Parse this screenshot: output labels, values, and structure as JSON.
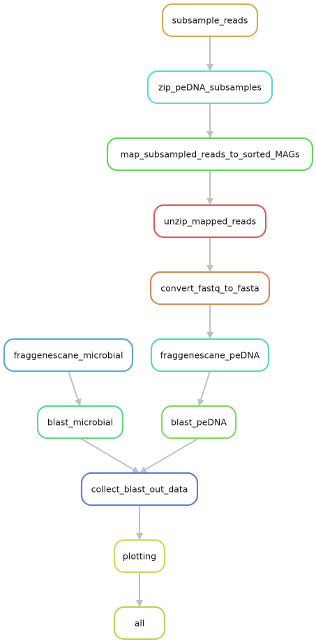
{
  "diagram": {
    "type": "workflow-dag",
    "edge_color": "#c0c0c0",
    "nodes": [
      {
        "id": "subsample_reads",
        "label": "subsample_reads",
        "color": "#d8ac5e"
      },
      {
        "id": "zip_peDNA_subsamples",
        "label": "zip_peDNA_subsamples",
        "color": "#5ed8d8"
      },
      {
        "id": "map_subsampled_reads_to_sorted_MAGs",
        "label": "map_subsampled_reads_to_sorted_MAGs",
        "color": "#62d65e"
      },
      {
        "id": "unzip_mapped_reads",
        "label": "unzip_mapped_reads",
        "color": "#d65e5e"
      },
      {
        "id": "convert_fastq_to_fasta",
        "label": "convert_fastq_to_fasta",
        "color": "#d8895e"
      },
      {
        "id": "fraggenescane_microbial",
        "label": "fraggenescane_microbial",
        "color": "#5ea6d6"
      },
      {
        "id": "fraggenescane_peDNA",
        "label": "fraggenescane_peDNA",
        "color": "#5ed8b4"
      },
      {
        "id": "blast_microbial",
        "label": "blast_microbial",
        "color": "#5ed883"
      },
      {
        "id": "blast_peDNA",
        "label": "blast_peDNA",
        "color": "#83d65e"
      },
      {
        "id": "collect_blast_out_data",
        "label": "collect_blast_out_data",
        "color": "#5e7fd6"
      },
      {
        "id": "plotting",
        "label": "plotting",
        "color": "#d6d65e"
      },
      {
        "id": "all",
        "label": "all",
        "color": "#b4d65e"
      }
    ],
    "edges": [
      {
        "from": "subsample_reads",
        "to": "zip_peDNA_subsamples"
      },
      {
        "from": "zip_peDNA_subsamples",
        "to": "map_subsampled_reads_to_sorted_MAGs"
      },
      {
        "from": "map_subsampled_reads_to_sorted_MAGs",
        "to": "unzip_mapped_reads"
      },
      {
        "from": "unzip_mapped_reads",
        "to": "convert_fastq_to_fasta"
      },
      {
        "from": "convert_fastq_to_fasta",
        "to": "fraggenescane_peDNA"
      },
      {
        "from": "fraggenescane_microbial",
        "to": "blast_microbial"
      },
      {
        "from": "fraggenescane_peDNA",
        "to": "blast_peDNA"
      },
      {
        "from": "blast_microbial",
        "to": "collect_blast_out_data"
      },
      {
        "from": "blast_peDNA",
        "to": "collect_blast_out_data"
      },
      {
        "from": "collect_blast_out_data",
        "to": "plotting"
      },
      {
        "from": "plotting",
        "to": "all"
      }
    ]
  }
}
